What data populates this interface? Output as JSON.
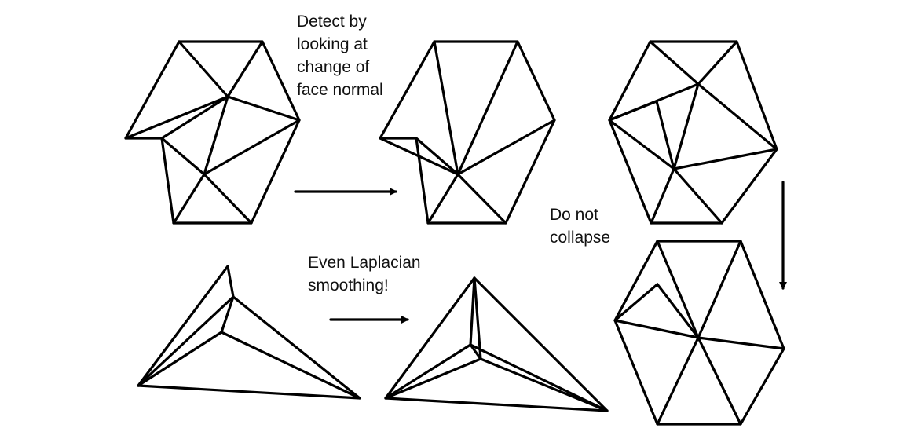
{
  "annotations": {
    "detect": [
      "Detect by",
      "looking at",
      "change of",
      "face normal"
    ],
    "laplacian": [
      "Even Laplacian",
      "smoothing!"
    ],
    "collapse": [
      "Do not",
      "collapse"
    ]
  },
  "colors": {
    "ink": "#000000",
    "background": "#ffffff"
  }
}
